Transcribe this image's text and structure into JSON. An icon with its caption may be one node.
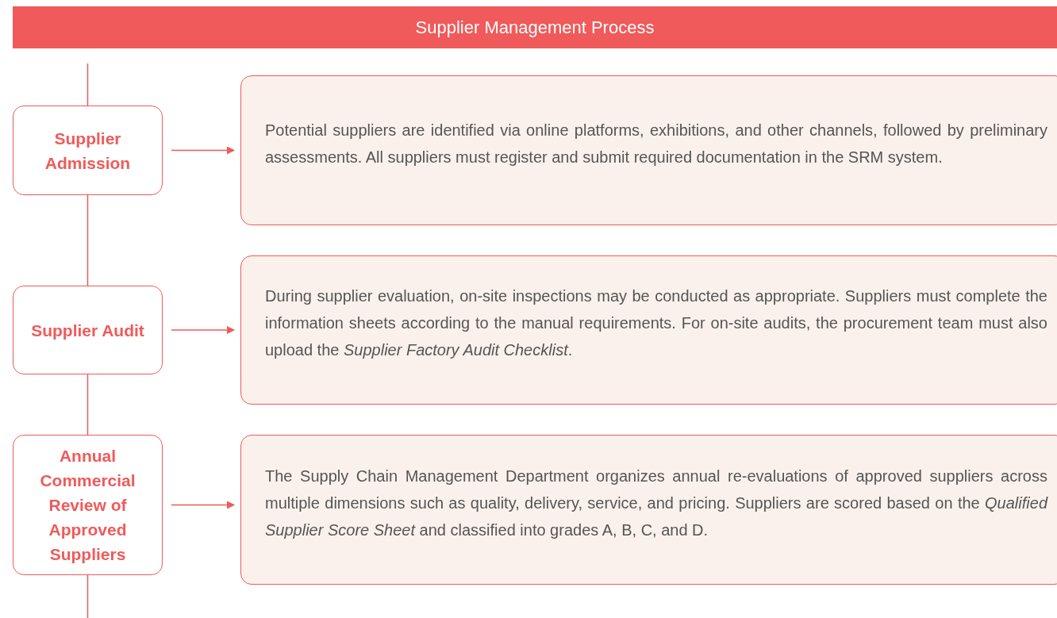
{
  "diagram": {
    "title": "Supplier Management Process",
    "nodes": [
      {
        "text": [
          "Supplier Admission"
        ]
      },
      {
        "text": [
          "Potential suppliers are identified via online platforms, exhibitions, and other channels, followed by preliminary assessments. All suppliers must register and submit required documentation in the SRM system."
        ]
      },
      {
        "text": [
          "Supplier Audit"
        ]
      },
      {
        "text": [
          "During supplier evaluation, on-site inspections may be conducted as appropriate. Suppliers must complete the information sheets according to the manual requirements. For on-site audits, the procurement team must also upload the *Supplier Factory Audit Checklist*."
        ]
      },
      {
        "text": [
          "Annual Commercial Review of Approved Suppliers"
        ]
      },
      {
        "text": [
          "The Supply Chain Management Department organizes annual re-evaluations of approved suppliers across multiple dimensions such as quality, delivery, service, and pricing. Suppliers are scored based on the *Qualified Supplier Score Sheet* and classified into grades A, B, C, and D."
        ]
      }
    ],
    "edges": [
      {
        "from": null,
        "to": 0,
        "arrow": "none"
      },
      {
        "from": 0,
        "to": 2,
        "arrow": "none"
      },
      {
        "from": 2,
        "to": 4,
        "arrow": "none"
      },
      {
        "from": 4,
        "to": null,
        "arrow": "none"
      },
      {
        "from": 0,
        "to": 1,
        "arrow": "to"
      },
      {
        "from": 2,
        "to": 3,
        "arrow": "to"
      },
      {
        "from": 4,
        "to": 5,
        "arrow": "to"
      }
    ]
  }
}
